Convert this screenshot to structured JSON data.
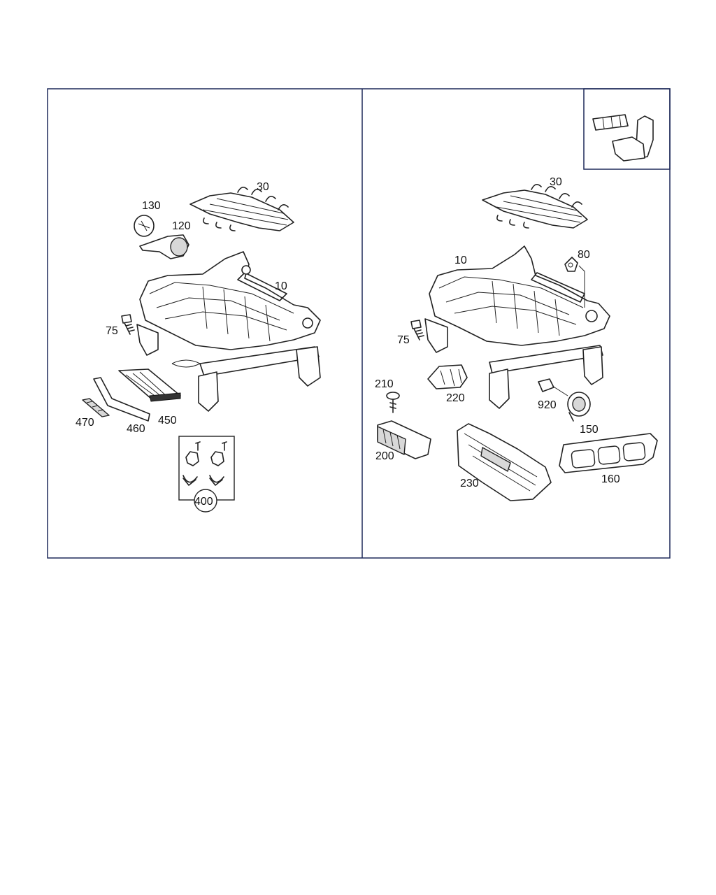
{
  "colors": {
    "frame": "#1f2a5a",
    "line": "#222222",
    "background": "#ffffff"
  },
  "left_panel": {
    "labels": {
      "p30": "30",
      "p130": "130",
      "p120": "120",
      "p10": "10",
      "p75": "75",
      "p450": "450",
      "p460": "460",
      "p470": "470",
      "p400": "400"
    }
  },
  "right_panel": {
    "labels": {
      "p30": "30",
      "p10": "10",
      "p80": "80",
      "p75": "75",
      "p210": "210",
      "p220": "220",
      "p920": "920",
      "p150": "150",
      "p200": "200",
      "p230": "230",
      "p160": "160"
    }
  }
}
